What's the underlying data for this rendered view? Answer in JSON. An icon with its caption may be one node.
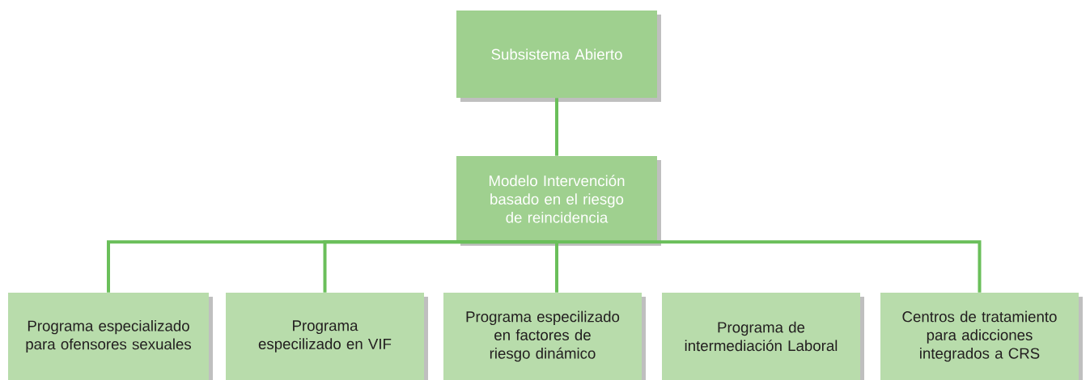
{
  "diagram": {
    "nodes": [
      {
        "text": [
          "Subsistema Abierto"
        ]
      },
      {
        "text": [
          "Modelo Intervención basado en el riesgo de reincidencia"
        ]
      },
      {
        "text": [
          "Programa especializado para ofensores sexuales"
        ]
      },
      {
        "text": [
          "Programa especilizado en VIF"
        ]
      },
      {
        "text": [
          "Programa especilizado en factores de riesgo dinámico"
        ]
      },
      {
        "text": [
          "Programa de intermediación Laboral"
        ]
      },
      {
        "text": [
          "Centros de tratamiento para adicciones integrados a CRS"
        ]
      }
    ],
    "edges": [
      {
        "from": 0,
        "to": 1,
        "arrow": "none"
      },
      {
        "from": 1,
        "to": 2,
        "arrow": "none"
      },
      {
        "from": 1,
        "to": 3,
        "arrow": "none"
      },
      {
        "from": 1,
        "to": 4,
        "arrow": "none"
      },
      {
        "from": 1,
        "to": 6,
        "arrow": "none"
      }
    ]
  }
}
